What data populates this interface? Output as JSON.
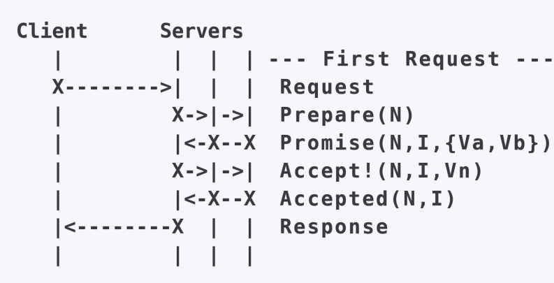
{
  "colors": {
    "background": "#f6f7fa",
    "text": "#3a3a3e"
  },
  "diagram": {
    "type": "ascii-sequence-diagram",
    "header": {
      "client_label": "Client",
      "servers_label": "Servers"
    },
    "rows": [
      {
        "art": "   |         |  |  | ",
        "label": "--- First Request ---"
      },
      {
        "art": "   X-------->|  |  |  ",
        "label": "Request"
      },
      {
        "art": "   |         X->|->|  ",
        "label": "Prepare(N)"
      },
      {
        "art": "   |         |<-X--X  ",
        "label": "Promise(N,I,{Va,Vb})"
      },
      {
        "art": "   |         X->|->|  ",
        "label": "Accept!(N,I,Vn)"
      },
      {
        "art": "   |         |<-X--X  ",
        "label": "Accepted(N,I)"
      },
      {
        "art": "   |<--------X  |  |  ",
        "label": "Response"
      },
      {
        "art": "   |         |  |  |",
        "label": ""
      }
    ]
  }
}
